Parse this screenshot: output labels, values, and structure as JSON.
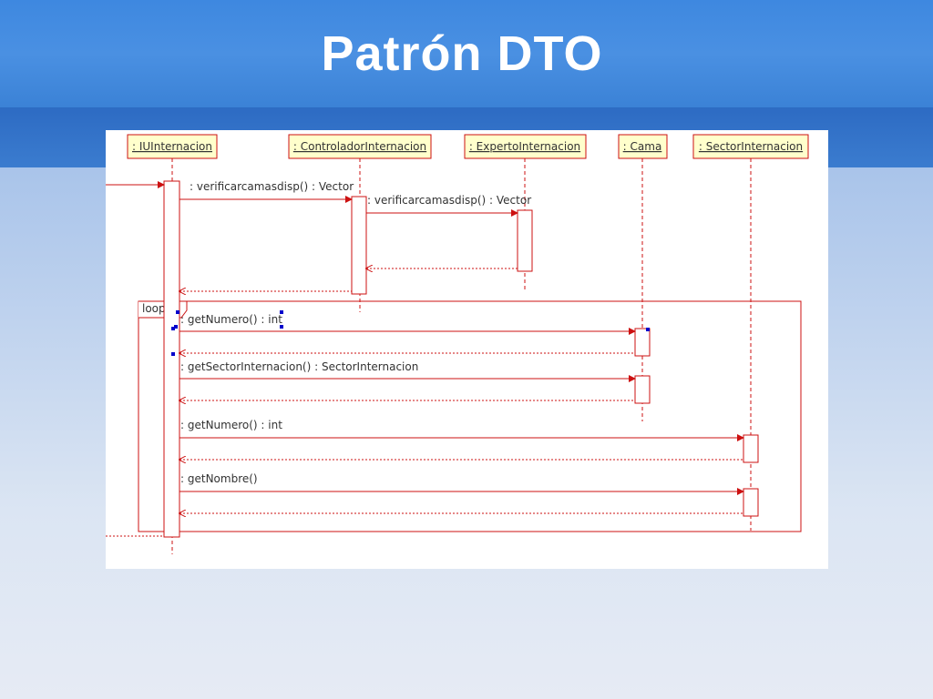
{
  "slide": {
    "title": "Patrón DTO"
  },
  "diagram": {
    "lifelines": [
      ": IUInternacion",
      ": ControladorInternacion",
      ": ExpertoInternacion",
      ": Cama",
      ": SectorInternacion"
    ],
    "fragment_label": "loop",
    "messages": [
      ": verificarcamasdisp() : Vector",
      ": verificarcamasdisp() : Vector",
      ": getNumero() : int",
      ": getSectorInternacion() : SectorInternacion",
      ": getNumero() : int",
      ": getNombre()"
    ],
    "colors": {
      "line": "#cc1111",
      "box_fill": "#ffffcc",
      "text": "#333333",
      "handle": "#0000cc"
    }
  }
}
